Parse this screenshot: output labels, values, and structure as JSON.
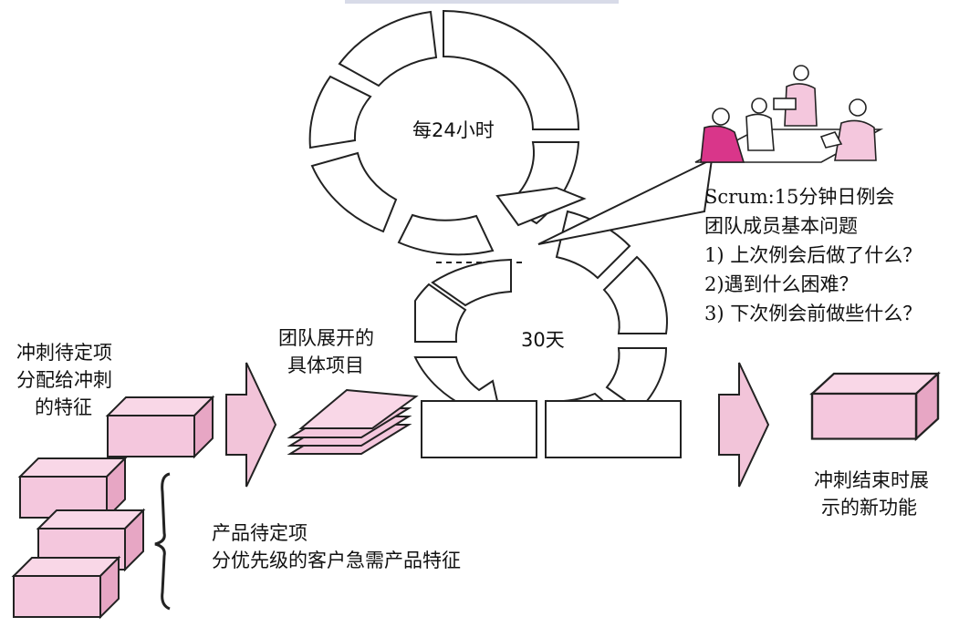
{
  "labels": {
    "sprint_backlog": [
      "冲刺待定项",
      "分配给冲刺",
      "的特征"
    ],
    "team_items": [
      "团队展开的",
      "具体项目"
    ],
    "daily_cycle": "每24小时",
    "sprint_cycle": "30天",
    "scrum_meeting": [
      "Scrum:15分钟日例会",
      "团队成员基本问题",
      "1) 上次例会后做了什么？",
      "2)遇到什么困难？",
      "3) 下次例会前做些什么？"
    ],
    "result": [
      "冲刺结束时展",
      "示的新功能"
    ],
    "product_backlog": [
      "产品待定项",
      "分优先级的客户急需产品特征"
    ]
  },
  "colors": {
    "box_fill": "#f4c7dd",
    "box_side": "#e7a6c4",
    "arrow_fill": "#f2c4d9",
    "person_accent": "#d9368a",
    "stroke": "#222222"
  },
  "icons": [
    "meeting-people-icon"
  ]
}
